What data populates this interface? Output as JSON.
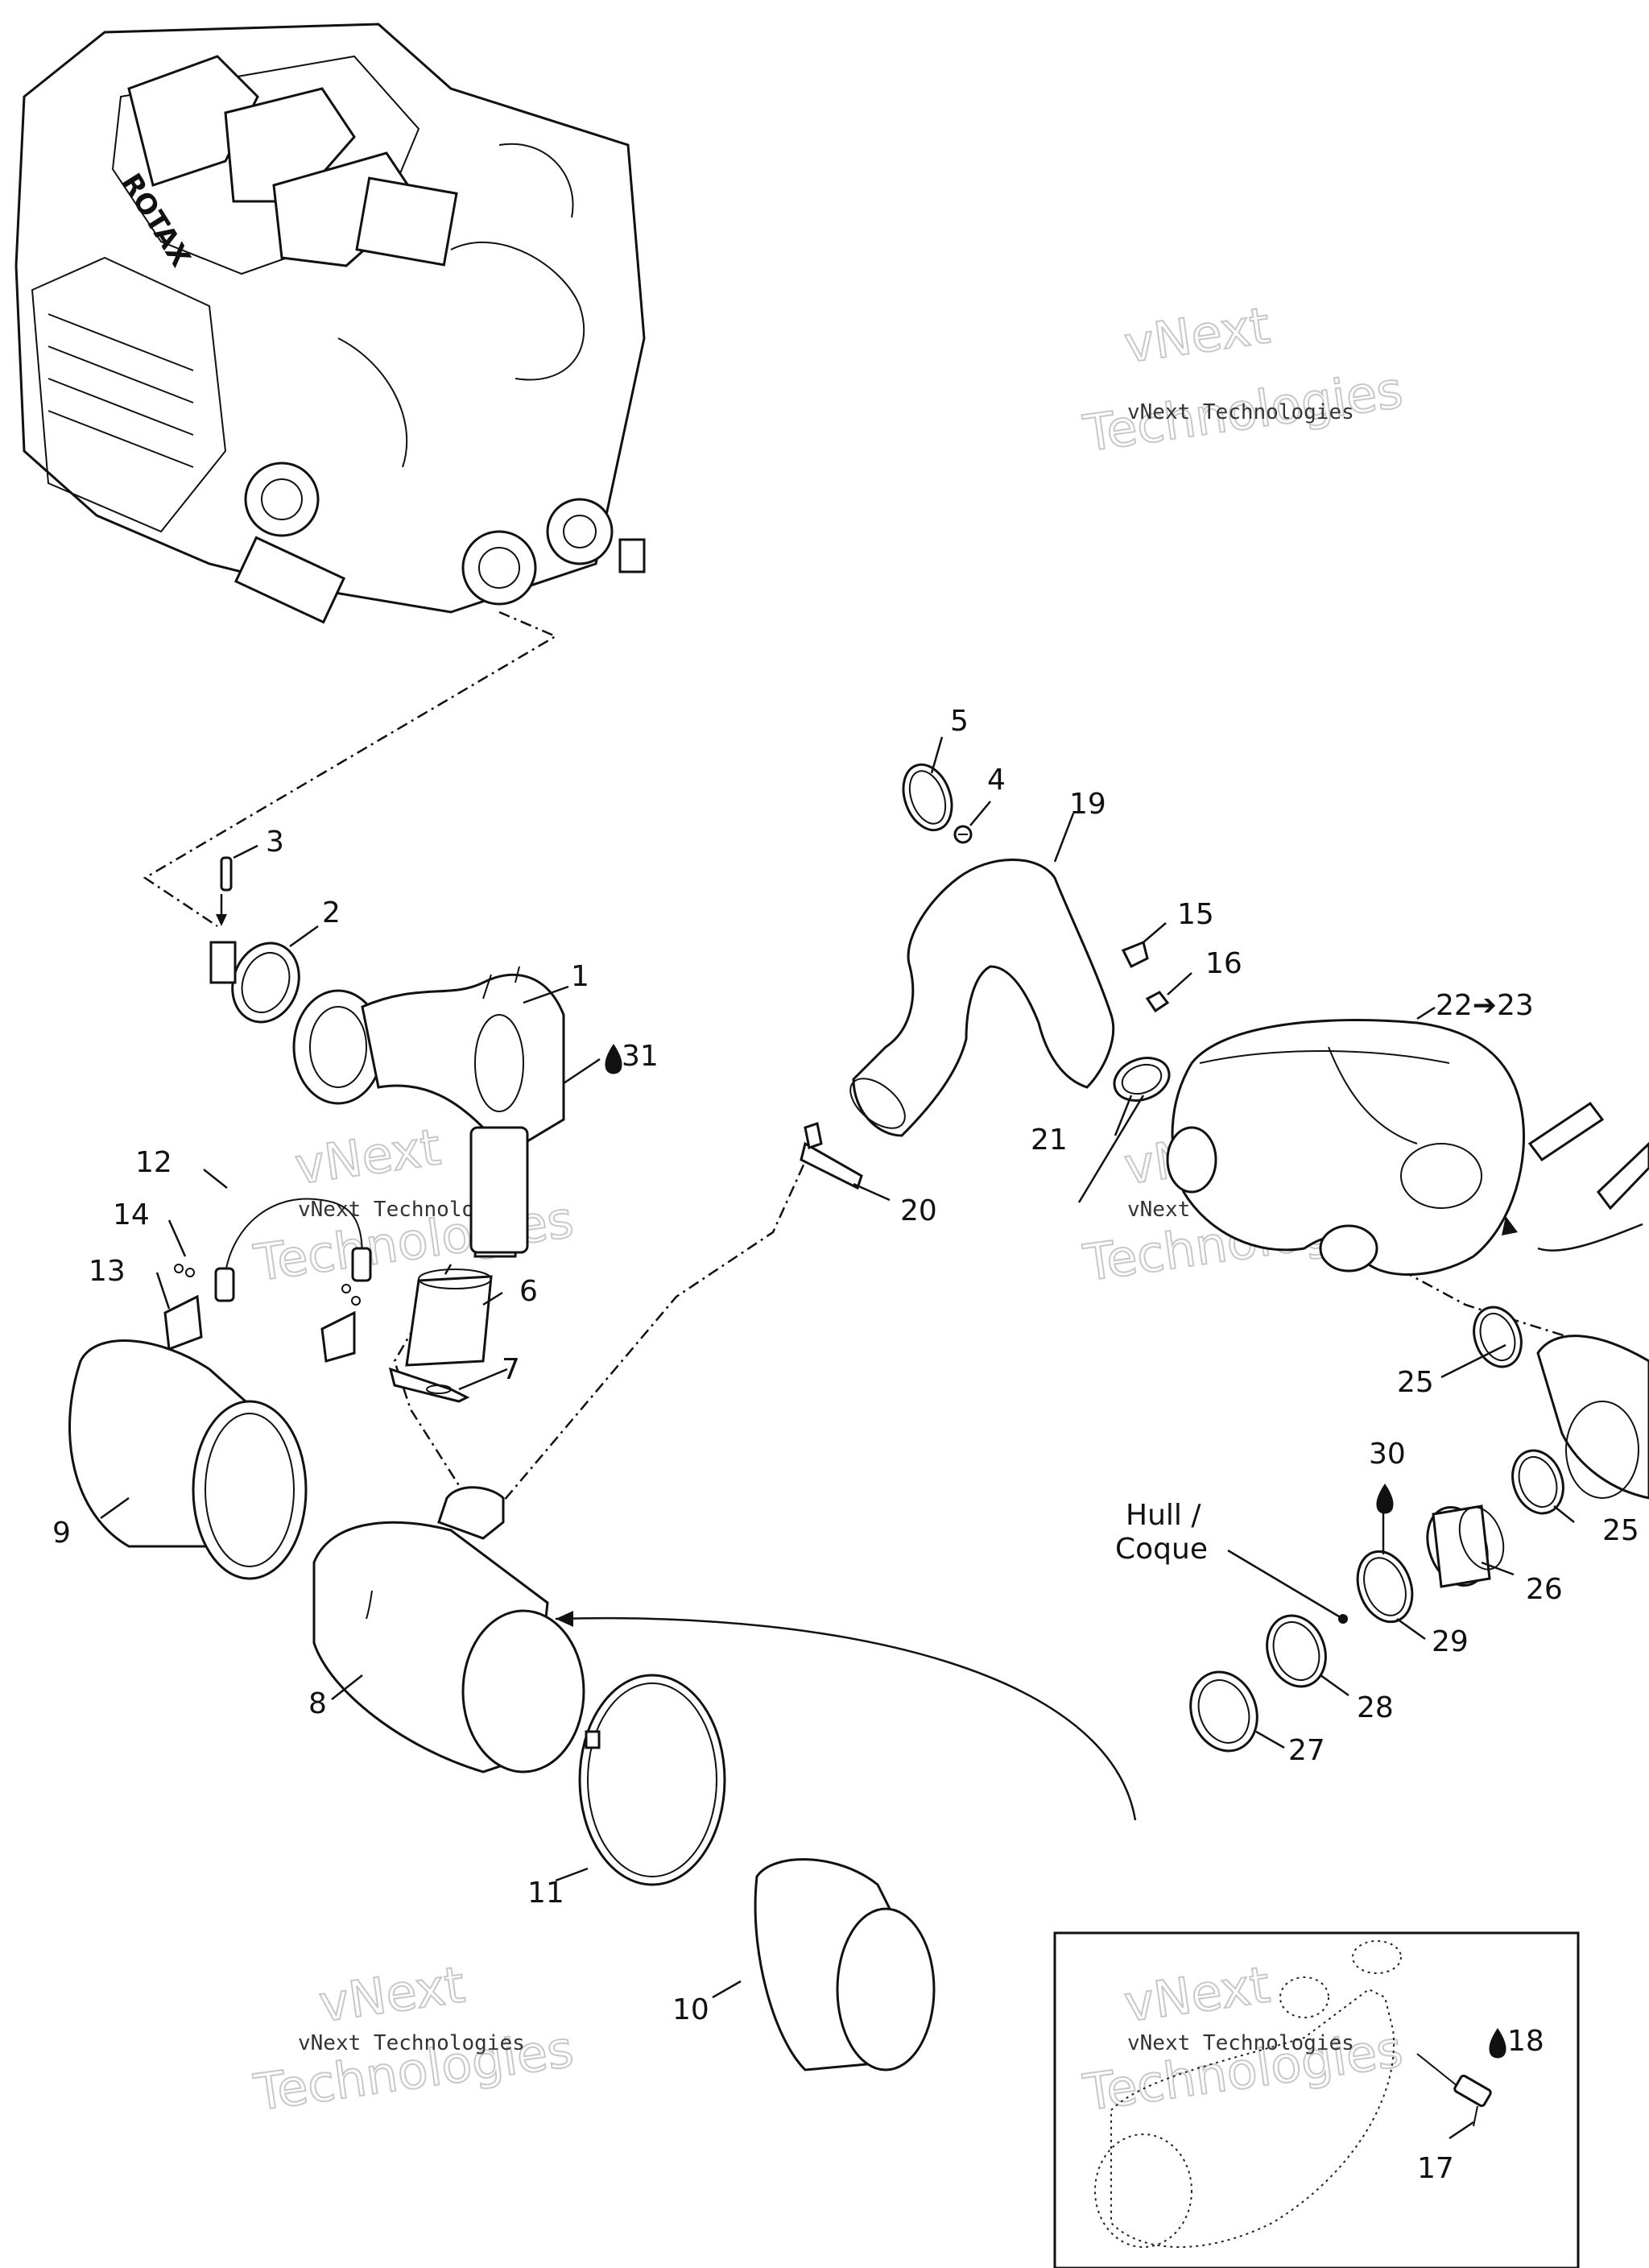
{
  "callouts": {
    "c1": "1",
    "c2": "2",
    "c3": "3",
    "c4": "4",
    "c5": "5",
    "c6": "6",
    "c7": "7",
    "c8": "8",
    "c9": "9",
    "c10": "10",
    "c11": "11",
    "c12": "12",
    "c13": "13",
    "c14": "14",
    "c15": "15",
    "c16": "16",
    "c17": "17",
    "c18": "18",
    "c19": "19",
    "c20": "20",
    "c21": "21",
    "c22": "22➔23",
    "c25a": "25",
    "c25b": "25",
    "c26": "26",
    "c27": "27",
    "c28": "28",
    "c29": "29",
    "c30": "30",
    "c31": "31"
  },
  "hull_label": {
    "line1": "Hull /",
    "line2": "Coque"
  },
  "engine_badge": "ROTAX",
  "watermark": {
    "small": "vNext Technologies",
    "big_line1": "vNext",
    "big_line2": "Technologies"
  }
}
